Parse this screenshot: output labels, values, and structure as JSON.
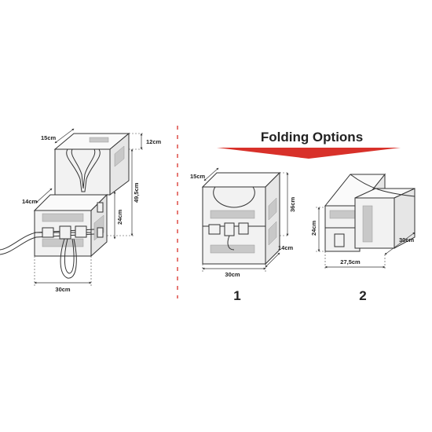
{
  "header": {
    "title": "Folding Options",
    "arrow_color": "#d8312a"
  },
  "left_unit": {
    "dims": {
      "top_depth": "15cm",
      "top_height": "12cm",
      "depth": "14cm",
      "total_height": "49,5cm",
      "body_height": "24cm",
      "width": "30cm"
    }
  },
  "option_1": {
    "label": "1",
    "dims": {
      "depth_top": "15cm",
      "height": "36cm",
      "depth": "14cm",
      "width": "30cm"
    }
  },
  "option_2": {
    "label": "2",
    "dims": {
      "height": "24cm",
      "depth": "30cm",
      "width": "27,5cm"
    }
  },
  "colors": {
    "divider": "#d8312a",
    "panel": "#c8c8c8",
    "line": "#333333"
  }
}
